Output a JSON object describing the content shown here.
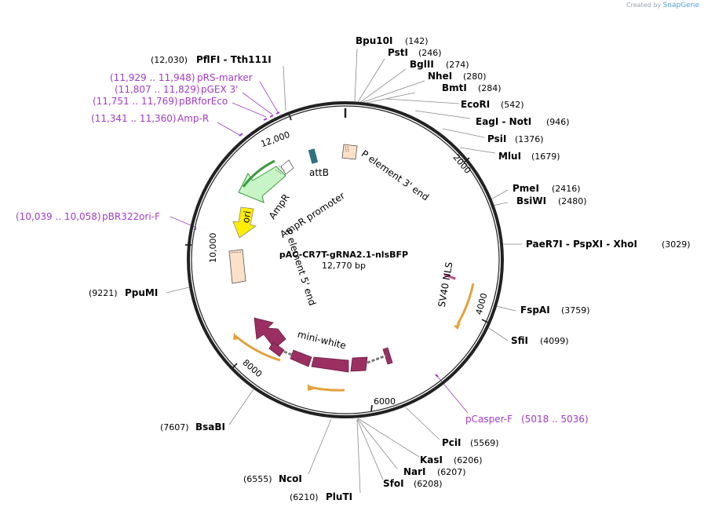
{
  "credit": {
    "prefix": "Created by",
    "brand": "SnapGene"
  },
  "plasmid": {
    "name": "pAC-CR7T-gRNA2.1-nlsBFP",
    "length": "12,770 bp"
  },
  "ticks": [
    "2000",
    "4000",
    "6000",
    "8000",
    "10,000",
    "12,000"
  ],
  "enzymes": [
    {
      "id": "bpu10i",
      "name": "Bpu10I",
      "pos": "(142)"
    },
    {
      "id": "psti",
      "name": "PstI",
      "pos": "(246)"
    },
    {
      "id": "bglii",
      "name": "BglII",
      "pos": "(274)"
    },
    {
      "id": "nhei",
      "name": "NheI",
      "pos": "(280)"
    },
    {
      "id": "bmti",
      "name": "BmtI",
      "pos": "(284)"
    },
    {
      "id": "ecori",
      "name": "EcoRI",
      "pos": "(542)"
    },
    {
      "id": "eagi-noti",
      "name": "EagI  -  NotI",
      "pos": "(946)"
    },
    {
      "id": "psii",
      "name": "PsiI",
      "pos": "(1376)"
    },
    {
      "id": "mlui",
      "name": "MluI",
      "pos": "(1679)"
    },
    {
      "id": "pmei",
      "name": "PmeI",
      "pos": "(2416)"
    },
    {
      "id": "bsiwi",
      "name": "BsiWI",
      "pos": "(2480)"
    },
    {
      "id": "paer7i",
      "name": "PaeR7I  -  PspXI  -  XhoI",
      "pos": "(3029)"
    },
    {
      "id": "fspai",
      "name": "FspAI",
      "pos": "(3759)"
    },
    {
      "id": "sfii",
      "name": "SfiI",
      "pos": "(4099)"
    },
    {
      "id": "pcii",
      "name": "PciI",
      "pos": "(5569)"
    },
    {
      "id": "kasi",
      "name": "KasI",
      "pos": "(6206)"
    },
    {
      "id": "nari",
      "name": "NarI",
      "pos": "(6207)"
    },
    {
      "id": "sfoi",
      "name": "SfoI",
      "pos": "(6208)"
    },
    {
      "id": "pluti",
      "name": "PluTI",
      "pos": "(6210)"
    },
    {
      "id": "ncoi",
      "name": "NcoI",
      "pos": "(6555)"
    },
    {
      "id": "bsabi",
      "name": "BsaBI",
      "pos": "(7607)"
    },
    {
      "id": "ppumi",
      "name": "PpuMI",
      "pos": "(9221)"
    },
    {
      "id": "pflfi",
      "name": "PflFI  -  Tth111I",
      "pos": "(12,030)"
    }
  ],
  "primers": [
    {
      "id": "prs-marker",
      "name": "pRS-marker",
      "pos": "(11,929 .. 11,948)"
    },
    {
      "id": "pgex3",
      "name": "pGEX 3'",
      "pos": "(11,807 .. 11,829)"
    },
    {
      "id": "pbrforeco",
      "name": "pBRforEco",
      "pos": "(11,751 .. 11,769)"
    },
    {
      "id": "amp-r",
      "name": "Amp-R",
      "pos": "(11,341 .. 11,360)"
    },
    {
      "id": "pbr322ori",
      "name": "pBR322ori-F",
      "pos": "(10,039 .. 10,058)"
    },
    {
      "id": "pcasper-f",
      "name": "pCasper-F",
      "pos": "(5018 .. 5036)"
    }
  ],
  "features": {
    "attb": "attB",
    "ampr": "AmpR",
    "ampr_promoter": "AmpR promoter",
    "p3": "P element 3' end",
    "ori": "ori",
    "p5": "P element 5' end",
    "sv40": "SV40 NLS",
    "mini_white": "mini-white"
  },
  "colors": {
    "backbone": "#222222",
    "primer": "#a03cc8",
    "mini_white": "#9b2f62",
    "ampr": "#c8f5c8",
    "ampr_edge": "#3a9a3a",
    "ori": "#ffee00",
    "p_element": "#fde0c8",
    "attb": "#2f6f80",
    "orf": "#f5b642"
  }
}
